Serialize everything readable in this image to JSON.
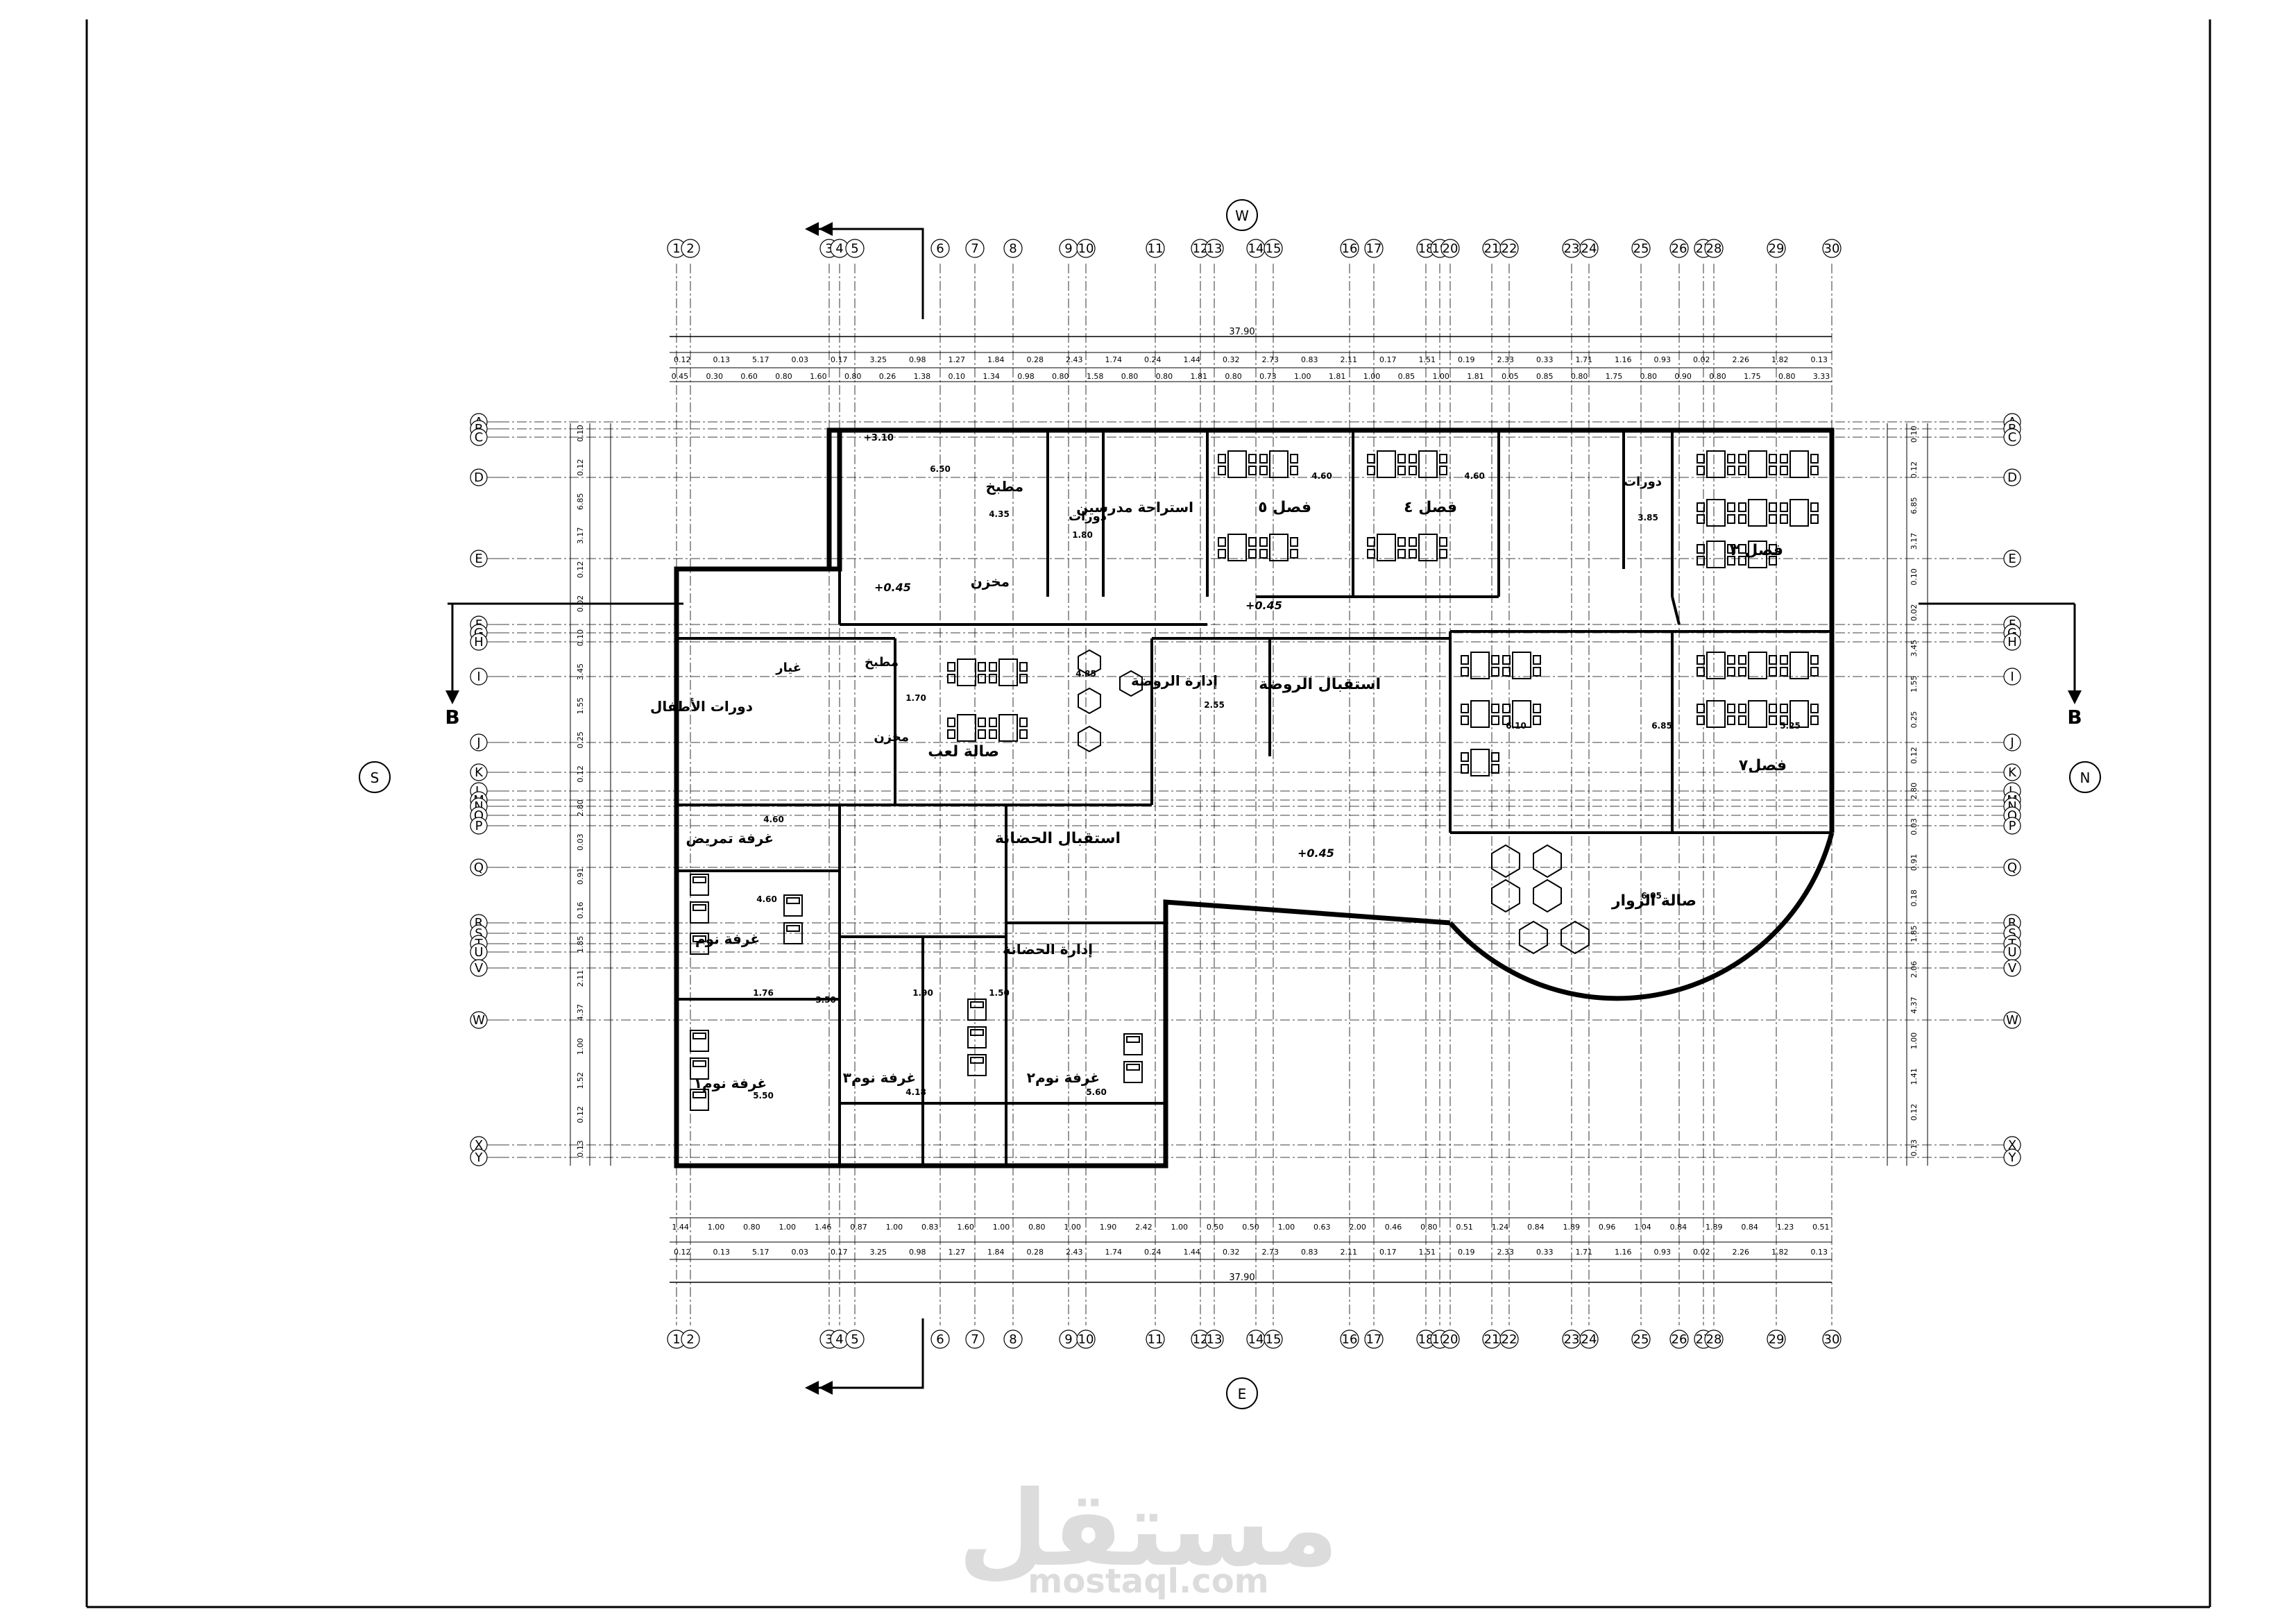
{
  "columns": [
    "1",
    "2",
    "3",
    "4",
    "5",
    "6",
    "7",
    "8",
    "9",
    "10",
    "11",
    "12",
    "13",
    "14",
    "15",
    "16",
    "17",
    "18",
    "19",
    "20",
    "21",
    "22",
    "23",
    "24",
    "25",
    "26",
    "27",
    "28",
    "29",
    "30"
  ],
  "rows": [
    "A",
    "B",
    "C",
    "D",
    "E",
    "F",
    "G",
    "H",
    "I",
    "J",
    "K",
    "L",
    "M",
    "N",
    "O",
    "P",
    "Q",
    "R",
    "S",
    "T",
    "U",
    "V",
    "W",
    "X",
    "Y"
  ],
  "total_length": "37.90",
  "top_dimensions_row1": [
    "0.12",
    "0.13",
    "5.17",
    "0.03",
    "0.17",
    "3.25",
    "0.98",
    "1.27",
    "1.84",
    "0.28",
    "2.43",
    "1.74",
    "0.24",
    "1.44",
    "0.32",
    "2.73",
    "0.83",
    "2.11",
    "0.17",
    "1.51",
    "0.19",
    "2.33",
    "0.33",
    "1.71",
    "1.16",
    "0.93",
    "0.02",
    "2.26",
    "1.82",
    "0.13"
  ],
  "top_dimensions_row2": [
    "0.45",
    "0.30",
    "0.60",
    "0.80",
    "1.60",
    "0.80",
    "0.26",
    "1.38",
    "0.10",
    "1.34",
    "0.98",
    "0.80",
    "1.58",
    "0.80",
    "0.80",
    "1.81",
    "0.80",
    "0.73",
    "1.00",
    "1.81",
    "1.00",
    "0.85",
    "1.00",
    "1.81",
    "0.05",
    "0.85",
    "0.80",
    "1.75",
    "0.80",
    "0.90",
    "0.80",
    "1.75",
    "0.80",
    "3.33"
  ],
  "bottom_dimensions_row1": [
    "1.44",
    "1.00",
    "0.80",
    "1.00",
    "1.46",
    "0.87",
    "1.00",
    "0.83",
    "1.60",
    "1.00",
    "0.80",
    "1.00",
    "1.90",
    "2.42",
    "1.00",
    "0.50",
    "0.50",
    "1.00",
    "0.63",
    "2.00",
    "0.46",
    "0.80",
    "0.51",
    "1.24",
    "0.84",
    "1.89",
    "0.96",
    "1.04",
    "0.84",
    "1.89",
    "0.84",
    "1.23",
    "0.51"
  ],
  "bottom_dimensions_row2": [
    "0.12",
    "0.13",
    "5.17",
    "0.03",
    "0.17",
    "3.25",
    "0.98",
    "1.27",
    "1.84",
    "0.28",
    "2.43",
    "1.74",
    "0.24",
    "1.44",
    "0.32",
    "2.73",
    "0.83",
    "2.11",
    "0.17",
    "1.51",
    "0.19",
    "2.33",
    "0.33",
    "1.71",
    "1.16",
    "0.93",
    "0.02",
    "2.26",
    "1.82",
    "0.13"
  ],
  "left_dimensions": [
    "0.10",
    "0.12",
    "6.85",
    "3.17",
    "0.12",
    "0.02",
    "0.10",
    "3.45",
    "1.55",
    "0.25",
    "0.12",
    "2.80",
    "0.03",
    "0.91",
    "0.16",
    "1.85",
    "2.11",
    "4.37",
    "1.00",
    "1.52",
    "0.12",
    "0.13"
  ],
  "right_dimensions": [
    "0.10",
    "0.12",
    "6.85",
    "3.17",
    "0.10",
    "0.02",
    "3.45",
    "1.55",
    "0.25",
    "0.12",
    "2.80",
    "0.03",
    "0.91",
    "0.18",
    "1.85",
    "2.06",
    "4.37",
    "1.00",
    "1.41",
    "0.12",
    "0.13"
  ],
  "levels": [
    "+0.45",
    "+0.45",
    "+0.45",
    "+3.10"
  ],
  "section_marks": [
    "B",
    "B"
  ],
  "compass": {
    "north": "N",
    "south": "S",
    "east": "E",
    "west": "W"
  },
  "rooms": {
    "kitchen_1": "مطبخ",
    "store_1": "مخزن",
    "toilets_1": "دورات",
    "toilets_2": "دورات",
    "teachers_rest": "استراحة مدرسين",
    "class_5": "فصل ٥",
    "class_4": "فصل ٤",
    "class_3": "فصل ٣",
    "class_7": "فصل٧",
    "kitchen_2": "مطبخ",
    "change": "غيار",
    "kids_toilets": "دورات الأطفال",
    "store_2": "مخزن",
    "play_hall": "صالة لعب",
    "kg_admin": "إدارة الروضة",
    "kg_reception": "استقبال الروضة",
    "nursing_room": "غرفة تمريض",
    "nursery_reception": "استقبال الحضانة",
    "nursery_admin": "إدارة الحضانة",
    "sleep_room": "غرفة نوم",
    "sleep_room_1": "غرفة نوم١",
    "sleep_room_3": "غرفة نوم٣",
    "sleep_room_2": "غرفة نوم٢",
    "activity_hall": "صالة الزوار"
  },
  "room_areas": [
    "6.50",
    "4.35",
    "4.60",
    "1.80",
    "4.60",
    "3.85",
    "1.70",
    "4.85",
    "2.55",
    "6.10",
    "6.85",
    "5.25",
    "6.05",
    "4.60",
    "4.60",
    "1.76",
    "3.50",
    "5.50",
    "4.18",
    "5.60",
    "1.90",
    "1.50"
  ],
  "watermark": {
    "brand_arabic": "مستقل",
    "brand_latin": "mostaql.com"
  }
}
